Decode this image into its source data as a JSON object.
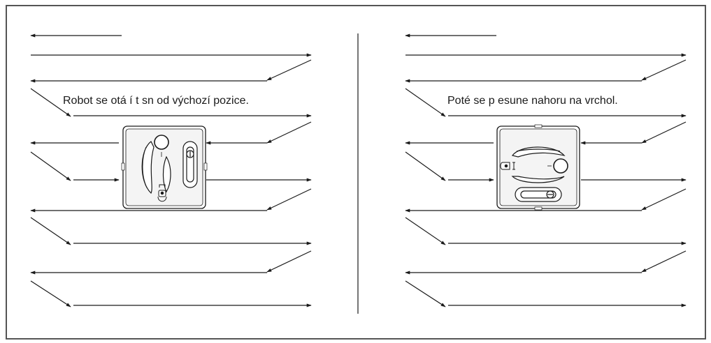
{
  "panels": [
    {
      "caption": "Robot se otá  í t  sn   od výchozí pozice.",
      "robot_orientation": "vertical"
    },
    {
      "caption": "Poté se p  esune nahoru na vrchol.",
      "robot_orientation": "horizontal"
    }
  ],
  "colors": {
    "ink": "#1a1a1a",
    "frame": "#555555",
    "robot_body": "#f4f4f4"
  },
  "icons": [
    "arrow-icon",
    "robot-icon",
    "power-button-icon",
    "handle-icon",
    "pad-icon"
  ]
}
